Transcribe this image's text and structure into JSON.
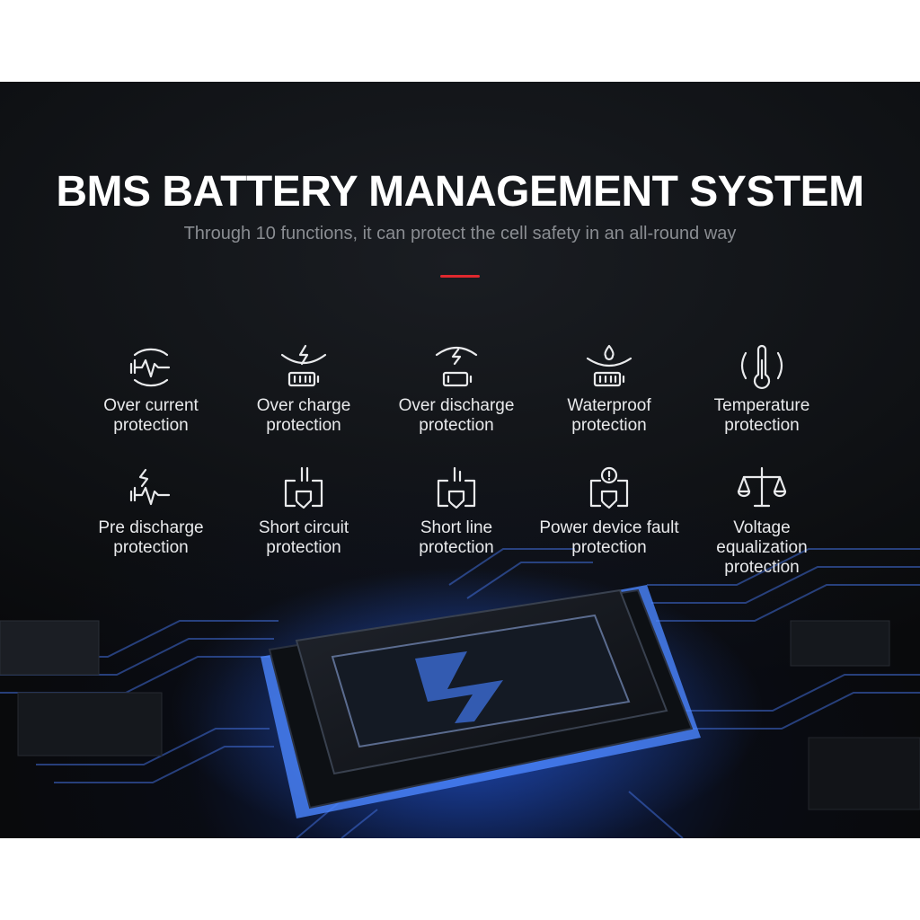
{
  "header": {
    "title": "BMS BATTERY MANAGEMENT SYSTEM",
    "subtitle": "Through 10 functions, it can protect the cell safety in an all-round way"
  },
  "colors": {
    "accent": "#e0282e",
    "background": "#0e1013",
    "glow": "#2a5bd8"
  },
  "features": [
    {
      "icon": "current-wave-icon",
      "line1": "Over current",
      "line2": "protection"
    },
    {
      "icon": "battery-charge-icon",
      "line1": "Over charge",
      "line2": "protection"
    },
    {
      "icon": "battery-discharge-icon",
      "line1": "Over discharge",
      "line2": "protection"
    },
    {
      "icon": "waterproof-battery-icon",
      "line1": "Waterproof",
      "line2": "protection"
    },
    {
      "icon": "thermometer-icon",
      "line1": "Temperature",
      "line2": "protection"
    },
    {
      "icon": "pre-discharge-wave-icon",
      "line1": "Pre discharge",
      "line2": "protection"
    },
    {
      "icon": "short-circuit-shield-icon",
      "line1": "Short circuit",
      "line2": "protection"
    },
    {
      "icon": "short-line-shield-icon",
      "line1": "Short line",
      "line2": "protection"
    },
    {
      "icon": "device-fault-alert-icon",
      "line1": "Power device fault",
      "line2": "protection"
    },
    {
      "icon": "balance-scale-icon",
      "line1": "Voltage equalization",
      "line2": "protection"
    }
  ]
}
